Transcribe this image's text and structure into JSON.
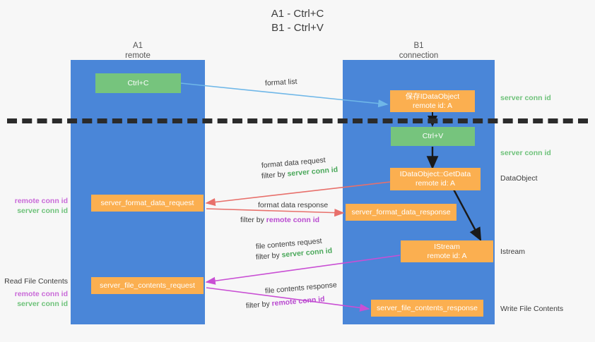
{
  "title": {
    "line1": "A1 - Ctrl+C",
    "line2": "B1 - Ctrl+V"
  },
  "lanes": [
    {
      "id": "a1",
      "name": "A1",
      "subtitle": "remote",
      "color": "#4a86d8"
    },
    {
      "id": "b1",
      "name": "B1",
      "subtitle": "connection",
      "color": "#4a86d8"
    }
  ],
  "colors": {
    "lane": "#4a86d8",
    "green_box": "#76c47d",
    "orange_box": "#fbaf50",
    "page_bg": "#f7f7f7",
    "divider": "#2b2b2b",
    "arrow_blue": "#6fb7e8",
    "arrow_red": "#e8706b",
    "arrow_magenta": "#c94fd4",
    "arrow_black": "#1a1a1a",
    "green_id_text": "#6ec27a",
    "purple_id_text": "#c96ad8"
  },
  "nodes": {
    "ctrl_c": {
      "label": "Ctrl+C",
      "style": "green"
    },
    "save_idataobject": {
      "label": "保存IDataObject",
      "sub": "remote id: A",
      "style": "orange"
    },
    "ctrl_v": {
      "label": "Ctrl+V",
      "style": "green"
    },
    "getdata": {
      "label": "IDataObject::GetData",
      "sub": "remote id: A",
      "style": "orange"
    },
    "format_data_request": {
      "label": "server_format_data_request",
      "style": "orange"
    },
    "format_data_response": {
      "label": "server_format_data_response",
      "style": "orange"
    },
    "istream": {
      "label": "IStream",
      "sub": "remote id: A",
      "style": "orange"
    },
    "file_contents_request": {
      "label": "server_file_contents_request",
      "style": "orange"
    },
    "file_contents_response": {
      "label": "server_file_contents_response",
      "style": "orange"
    }
  },
  "arrow_labels": {
    "format_list": "format list",
    "format_data_request": {
      "line1": "format data request",
      "prefix": "filter by ",
      "id": "server conn id",
      "id_kind": "server"
    },
    "format_data_response": {
      "line1": "format data response",
      "prefix": "filter by ",
      "id": "remote conn id",
      "id_kind": "remote"
    },
    "file_contents_request": {
      "line1": "file contents request",
      "prefix": "filter by ",
      "id": "server conn id",
      "id_kind": "server"
    },
    "file_contents_response": {
      "line1": "file contents response",
      "prefix": "filter by ",
      "id": "remote conn id",
      "id_kind": "remote"
    }
  },
  "right_notes": [
    {
      "key": "server_conn_id_top",
      "text": "server conn id",
      "kind": "server"
    },
    {
      "key": "server_conn_id_second",
      "text": "server conn id",
      "kind": "server"
    },
    {
      "key": "dataobject",
      "text": "DataObject",
      "kind": "plain"
    },
    {
      "key": "istream",
      "text": "Istream",
      "kind": "plain"
    },
    {
      "key": "write_file_contents",
      "text": "Write File Contents",
      "kind": "plain"
    }
  ],
  "left_notes": {
    "pair_top": {
      "remote": "remote conn id",
      "server": "server conn id"
    },
    "read_title": "Read File Contents",
    "pair_bottom": {
      "remote": "remote conn id",
      "server": "server conn id"
    }
  }
}
